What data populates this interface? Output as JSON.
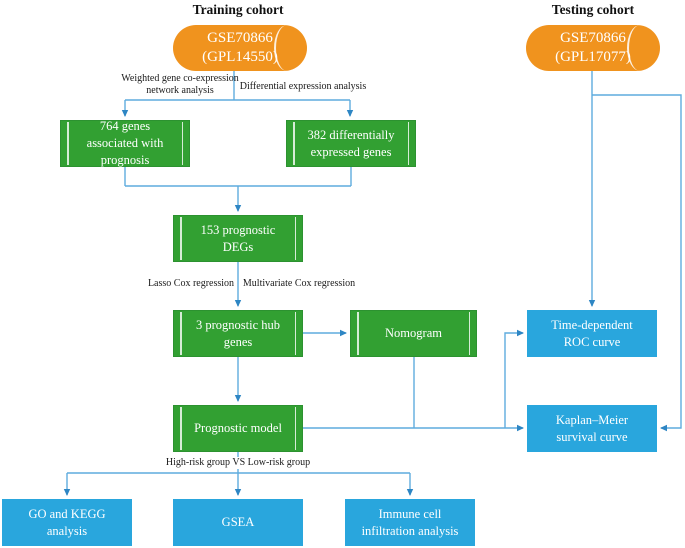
{
  "diagram": {
    "headers": {
      "training": "Training cohort",
      "testing": "Testing cohort"
    },
    "cylinders": {
      "training": {
        "line1": "GSE70866",
        "line2": "(GPL14550)"
      },
      "testing": {
        "line1": "GSE70866",
        "line2": "(GPL17077)"
      }
    },
    "green_boxes": {
      "wgcna_genes": "764 genes associated with prognosis",
      "degs": "382 differentially expressed genes",
      "prognostic_degs": "153 prognostic DEGs",
      "hub_genes": "3 prognostic hub genes",
      "nomogram": "Nomogram",
      "prognostic_model": "Prognostic model"
    },
    "blue_boxes": {
      "roc": "Time-dependent ROC curve",
      "km": "Kaplan–Meier survival curve",
      "go_kegg": "GO and KEGG analysis",
      "gsea": "GSEA",
      "immune": "Immune cell infiltration analysis"
    },
    "edge_labels": {
      "wgcna": "Weighted gene co-expression network analysis",
      "dea": "Differential expression analysis",
      "lasso": "Lasso Cox regression",
      "multivariate": "Multivariate Cox regression",
      "risk_groups": "High-risk group VS Low-risk group"
    },
    "colors": {
      "cylinder_orange": "#F0931E",
      "box_green": "#32A032",
      "box_blue": "#29A6DD",
      "line_blue": "#5FACDE",
      "arrow_blue": "#2E86C4"
    }
  }
}
